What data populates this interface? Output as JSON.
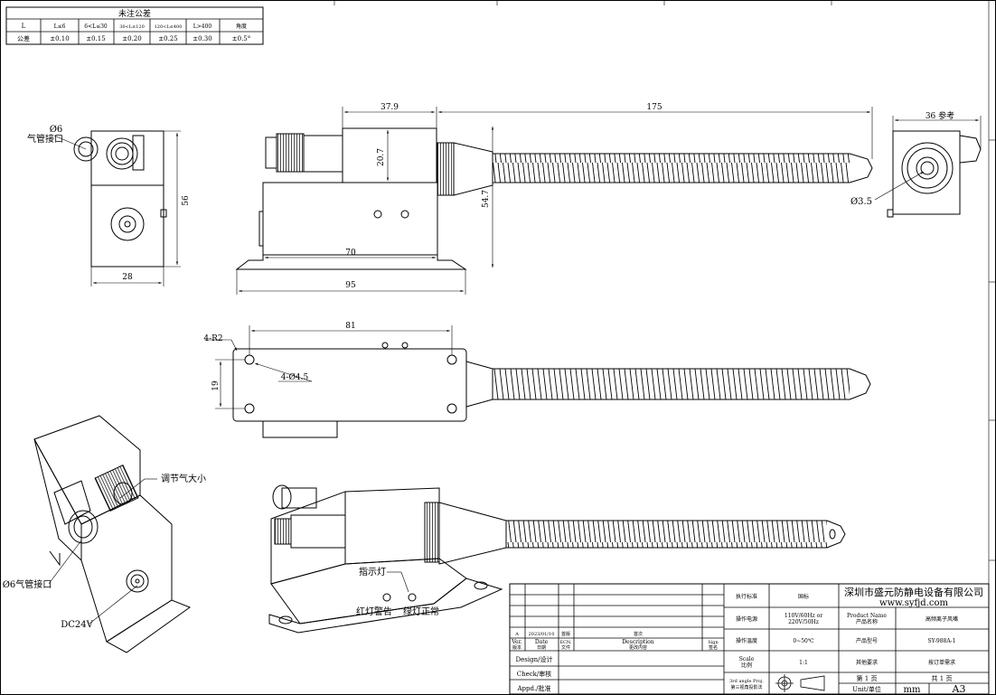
{
  "tolerance_table": {
    "title": "未注公差",
    "row_label_1": "L",
    "headers": [
      "L≤6",
      "6<L≤30",
      "30<L≤120",
      "120<L≤400",
      "L>400",
      "角度"
    ],
    "row_label_2": "公差",
    "values": [
      "±0.10",
      "±0.15",
      "±0.20",
      "±0.25",
      "±0.30",
      "±0.5°"
    ]
  },
  "side_view": {
    "air_inlet": "Ø6",
    "air_inlet_label": "气管接口",
    "height_dim": "56",
    "width_dim": "28"
  },
  "front_view": {
    "dims": {
      "d37_9": "37.9",
      "d175": "175",
      "d20_7": "20.7",
      "d54_7": "54.7",
      "d70": "70",
      "d95": "95"
    }
  },
  "end_view": {
    "ref_dim": "36 参考",
    "nozzle_dim": "Ø3.5"
  },
  "top_view": {
    "radius_label": "4-R2",
    "hole_label": "4-Ø4.5",
    "d81": "81",
    "d19": "19"
  },
  "iso_left": {
    "adjust_label": "调节气大小",
    "inlet_label": "Ø6气管接口",
    "power_label": "DC24V"
  },
  "iso_right": {
    "indicator_label": "指示灯",
    "red_label": "红灯警告",
    "green_label": "绿灯正常"
  },
  "title_block": {
    "rev_row": [
      "A",
      "2023/01/10",
      "首版",
      "首次",
      ""
    ],
    "rev_header": {
      "ver": "Ver.",
      "ver_cn": "版本",
      "date": "Date",
      "date_cn": "日期",
      "ecn": "ECN.",
      "ecn_cn": "文件",
      "desc": "Description",
      "desc_cn": "更改内容",
      "sign": "Sign",
      "sign_cn": "签名"
    },
    "design": "Design/设计",
    "check": "Check/审核",
    "appd": "Appd./批准",
    "std_label": "执行标准",
    "std_value": "国标",
    "power_label": "操作电源",
    "power_value_1": "110V/60Hz or",
    "power_value_2": "220V/50Hz",
    "temp_label": "操作温度",
    "temp_value": "0~50℃",
    "scale_label": "Scale",
    "scale_label_cn": "比例",
    "scale_value": "1:1",
    "proj_label_1": "3rd angle Proj.",
    "proj_label_2": "第三视角投影法",
    "company": "深圳市盛元防静电设备有限公司",
    "website": "www.syfjd.com",
    "product_name_label": "Product Name",
    "product_name_label_cn": "产品名称",
    "product_name_value": "高频离子风嘴",
    "model_label": "产品型号",
    "model_value": "SY-988A-1",
    "other_req_label": "其他要求",
    "other_req_value": "按订单需求",
    "page_label": "第 1 页",
    "total_pages": "共 1 页",
    "unit_label": "Unit/单位",
    "unit_value": "mm",
    "size_value": "A3"
  }
}
